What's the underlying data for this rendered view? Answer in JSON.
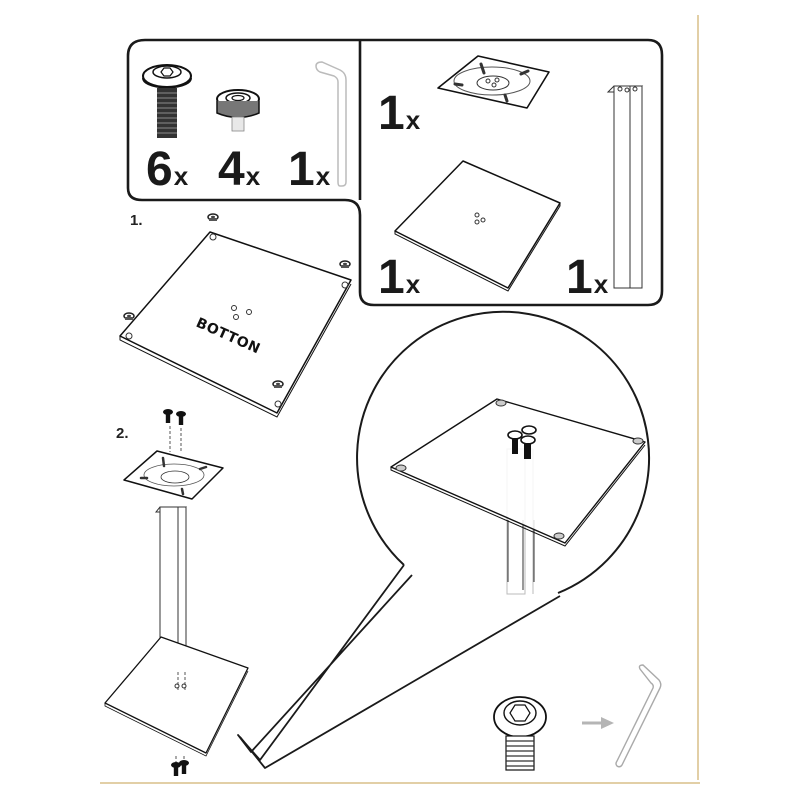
{
  "document": {
    "type": "assembly-instructions",
    "parts_box_left": {
      "items": [
        {
          "name": "screw",
          "icon": "hex-socket-screw-icon",
          "quantity": "6",
          "suffix": "x"
        },
        {
          "name": "foot-pad",
          "icon": "knurled-foot-pad-icon",
          "quantity": "4",
          "suffix": "x"
        },
        {
          "name": "allen-key",
          "icon": "allen-key-icon",
          "quantity": "1",
          "suffix": "x"
        }
      ]
    },
    "parts_box_right": {
      "items": [
        {
          "name": "top-mounting-plate",
          "icon": "mounting-plate-icon",
          "quantity": "1",
          "suffix": "x"
        },
        {
          "name": "base-plate",
          "icon": "base-plate-icon",
          "quantity": "1",
          "suffix": "x"
        },
        {
          "name": "pillar",
          "icon": "square-pillar-icon",
          "quantity": "1",
          "suffix": "x"
        }
      ]
    },
    "steps": [
      {
        "number": "1.",
        "plate_label": "BOTTON",
        "description_icon": "attach-foot-pads-to-base-icon"
      },
      {
        "number": "2.",
        "description_icon": "assemble-pillar-icon"
      }
    ],
    "detail_callout": {
      "icon": "magnified-top-plate-icon"
    },
    "tool_hint": {
      "icons": [
        "hex-socket-screw-icon",
        "arrow-right-icon",
        "allen-key-icon"
      ]
    },
    "colors": {
      "line": "#1a1a1a",
      "rule": "#e2cfa6",
      "arrow": "#b5b5b5",
      "background": "#ffffff"
    }
  }
}
